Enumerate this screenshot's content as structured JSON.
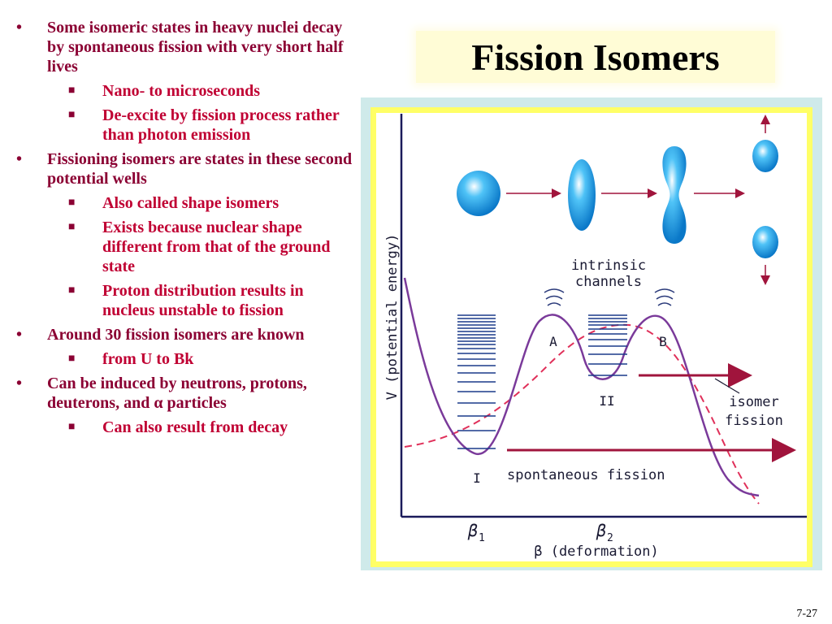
{
  "slide": {
    "title": "Fission Isomers",
    "page_number": "7-27"
  },
  "bullets": [
    {
      "text": "Some isomeric states in heavy nuclei decay by spontaneous fission with very short half lives",
      "sub": [
        "Nano- to microseconds",
        "De-excite by fission process rather than photon emission"
      ]
    },
    {
      "text": "Fissioning isomers are states in these second potential wells",
      "sub": [
        "Also called shape isomers",
        "Exists because nuclear shape different from that of the ground state",
        "Proton distribution results in nucleus unstable to fission"
      ]
    },
    {
      "text": "Around 30 fission isomers are known",
      "sub": [
        "from U to Bk"
      ]
    },
    {
      "text": "Can be induced by neutrons, protons, deuterons, and α particles",
      "sub": [
        "Can also result from decay"
      ]
    }
  ],
  "figure": {
    "y_axis_label": "V (potential energy)",
    "x_axis_label": "β (deformation)",
    "label_intrinsic": "intrinsic",
    "label_channels": "channels",
    "label_A": "A",
    "label_B": "B",
    "label_well_I": "I",
    "label_well_II": "II",
    "label_isomer": "isomer",
    "label_fission": "fission",
    "label_spontaneous": "spontaneous fission",
    "tick_beta1": "β",
    "tick_beta1_sub": "1",
    "tick_beta2": "β",
    "tick_beta2_sub": "2",
    "colors": {
      "background": "#cfeaea",
      "frame": "#ffff66",
      "barrier_curve": "#7a3a9a",
      "liquid_drop_curve": "#e0305a",
      "arrows": "#a0143c",
      "nucleus": "#1a9be0"
    }
  }
}
